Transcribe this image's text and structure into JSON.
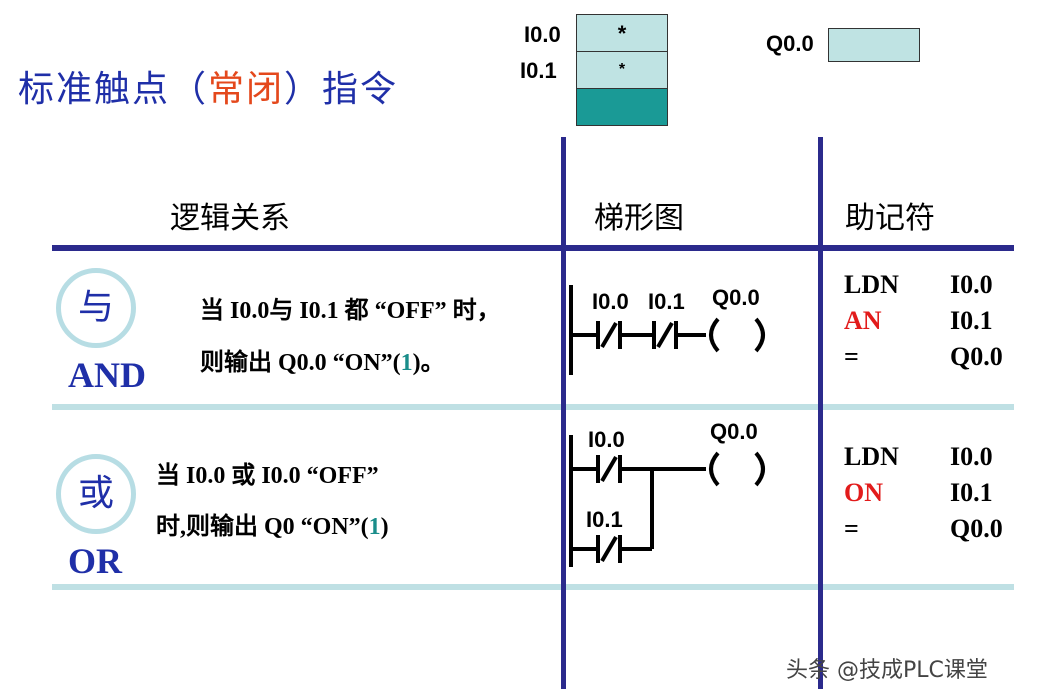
{
  "title": {
    "part1": "标准触点（",
    "part2": "常闭",
    "part3": "）指令"
  },
  "io_panel": {
    "inputs": [
      {
        "label": "I0.0",
        "mark": "*"
      },
      {
        "label": "I0.1",
        "mark": "*"
      }
    ],
    "output": {
      "label": "Q0.0"
    }
  },
  "headers": {
    "logic": "逻辑关系",
    "ladder": "梯形图",
    "mnemonic": "助记符"
  },
  "rows": [
    {
      "symbol": "与",
      "name": "AND",
      "desc_line1": "当 I0.0与 I0.1 都 “OFF” 时，",
      "desc_line2_a": "则输出 Q0.0 “ON”(",
      "desc_line2_num": "1",
      "desc_line2_b": ")。",
      "ladder": {
        "contact1": "I0.0",
        "contact2": "I0.1",
        "coil": "Q0.0"
      },
      "mnemonic": [
        {
          "op": "LDN",
          "arg": "I0.0"
        },
        {
          "op": "AN",
          "arg": "I0.1"
        },
        {
          "op": "=",
          "arg": "Q0.0"
        }
      ]
    },
    {
      "symbol": "或",
      "name": "OR",
      "desc_line1": "当 I0.0 或 I0.0 “OFF”",
      "desc_line2_a": "时,则输出 Q0 “ON”(",
      "desc_line2_num": "1",
      "desc_line2_b": ")",
      "ladder": {
        "contact1": "I0.0",
        "contact2": "I0.1",
        "coil": "Q0.0"
      },
      "mnemonic": [
        {
          "op": "LDN",
          "arg": "I0.0"
        },
        {
          "op": "ON",
          "arg": "I0.1"
        },
        {
          "op": "=",
          "arg": "Q0.0"
        }
      ]
    }
  ],
  "watermark": "头条 @技成PLC课堂",
  "colors": {
    "title_blue": "#1f2fa8",
    "accent_red": "#e4481c",
    "op_red": "#e21b1b",
    "grid_blue": "#2b2a8c",
    "row_line": "#bfe0e4",
    "teal": "#1a8d8a",
    "panel_fill": "#bfe3e3",
    "panel_dark": "#1a9a96"
  }
}
